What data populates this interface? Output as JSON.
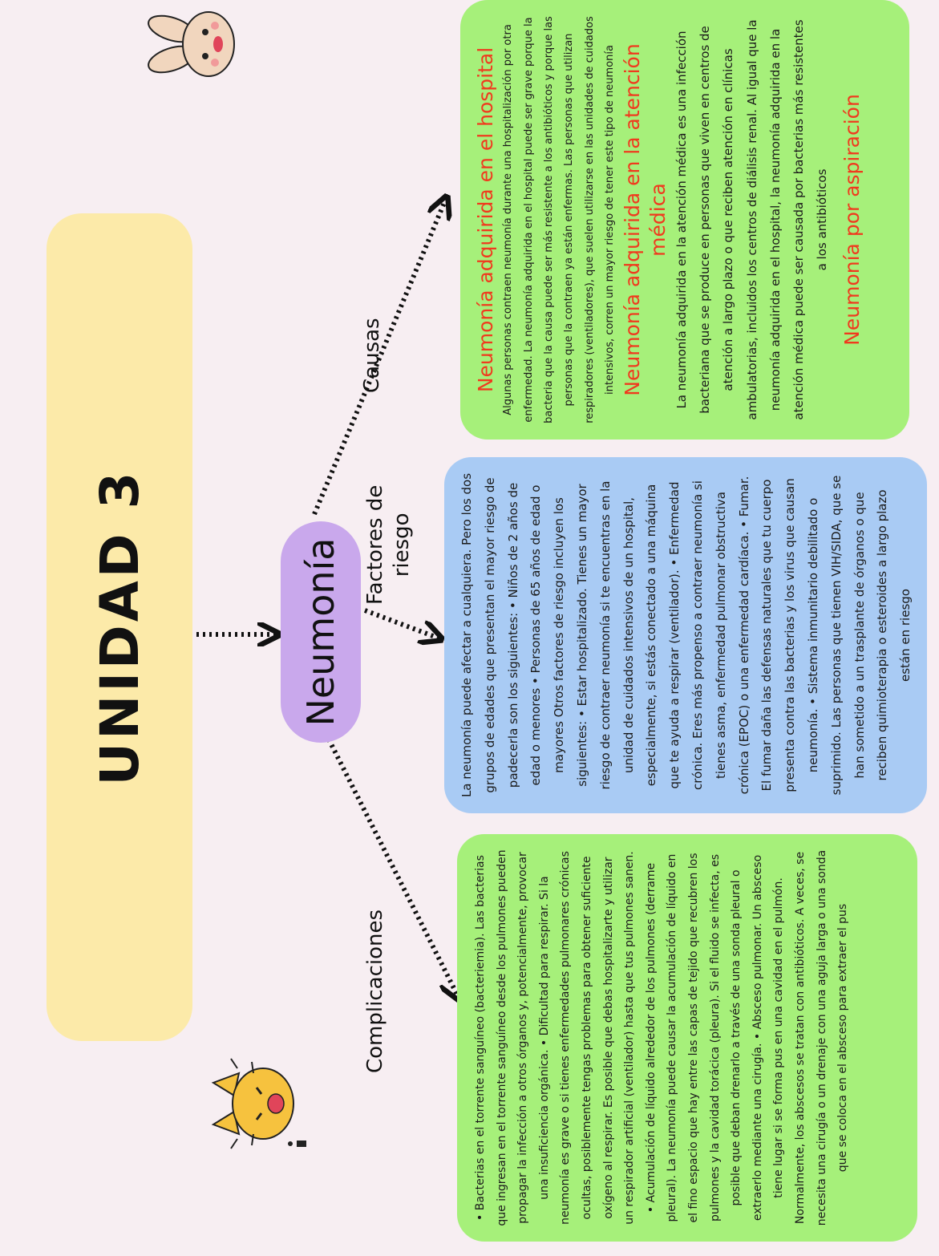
{
  "title": "UNIDAD 3",
  "central": "Neumonía",
  "branches": {
    "causas": "Causas",
    "factores_line1": "Factores de",
    "factores_line2": "riesgo",
    "complicaciones": "Complicaciones"
  },
  "causas": {
    "section1_title": "Neumonía adquirida en el hospital",
    "section1_text": "Algunas personas contraen neumonía durante una hospitalización por otra enfermedad. La neumonía adquirida en el hospital puede ser grave porque la bacteria que la causa puede ser más resistente a los antibióticos y porque las personas que la contraen ya están enfermas. Las personas que utilizan respiradores (ventiladores), que suelen utilizarse en las unidades de cuidados intensivos, corren un mayor riesgo de tener este tipo de neumonía",
    "section2_title": "Neumonía adquirida en la atención médica",
    "section2_text": "La neumonía adquirida en la atención médica es una infección bacteriana que se produce en personas que viven en centros de atención a largo plazo o que reciben atención en clínicas ambulatorias, incluidos los centros de diálisis renal. Al igual que la neumonía adquirida en el hospital, la neumonía adquirida en la atención médica puede ser causada por bacterias más resistentes a los antibióticos",
    "section3_title": "Neumonía por aspiración"
  },
  "factores": {
    "text": "La neumonía puede afectar a cualquiera. Pero los dos grupos de edades que presentan el mayor riesgo de padecerla son los siguientes: • Niños de 2 años de edad o menores • Personas de 65 años de edad o mayores Otros factores de riesgo incluyen los siguientes: • Estar hospitalizado. Tienes un mayor riesgo de contraer neumonía si te encuentras en la unidad de cuidados intensivos de un hospital, especialmente, si estás conectado a una máquina que te ayuda a respirar (ventilador). • Enfermedad crónica. Eres más propenso a contraer neumonía si tienes asma, enfermedad pulmonar obstructiva crónica (EPOC) o una enfermedad cardíaca. • Fumar. El fumar daña las defensas naturales que tu cuerpo presenta contra las bacterias y los virus que causan neumonía. • Sistema inmunitario debilitado o suprimido. Las personas que tienen VIH/SIDA, que se han sometido a un trasplante de órganos o que reciben quimioterapia o esteroides a largo plazo están en riesgo"
  },
  "complicaciones": {
    "text": "• Bacterias en el torrente sanguíneo (bacteriemia). Las bacterias que ingresan en el torrente sanguíneo desde los pulmones pueden propagar la infección a otros órganos y, potencialmente, provocar una insuficiencia orgánica. • Dificultad para respirar. Si la neumonía es grave o si tienes enfermedades pulmonares crónicas ocultas, posiblemente tengas problemas para obtener suficiente oxígeno al respirar. Es posible que debas hospitalizarte y utilizar un respirador artificial (ventilador) hasta que tus pulmones sanen. • Acumulación de líquido alrededor de los pulmones (derrame pleural). La neumonía puede causar la acumulación de líquido en el fino espacio que hay entre las capas de tejido que recubren los pulmones y la cavidad torácica (pleura). Si el fluido se infecta, es posible que deban drenarlo a través de una sonda pleural o extraerlo mediante una cirugía. • Absceso pulmonar. Un absceso tiene lugar si se forma pus en una cavidad en el pulmón. Normalmente, los abscesos se tratan con antibióticos. A veces, se necesita una cirugía o un drenaje con una aguja larga o una sonda que se coloca en el absceso para extraer el pus"
  },
  "colors": {
    "background": "#f7eef2",
    "title_box": "#fceaa9",
    "central_box": "#c9a8ec",
    "green_panel": "#a6f07a",
    "blue_panel": "#a9cbf4",
    "heading_red": "#f03a1e"
  },
  "stickers": [
    "bunny-sticker",
    "cat-sticker"
  ]
}
